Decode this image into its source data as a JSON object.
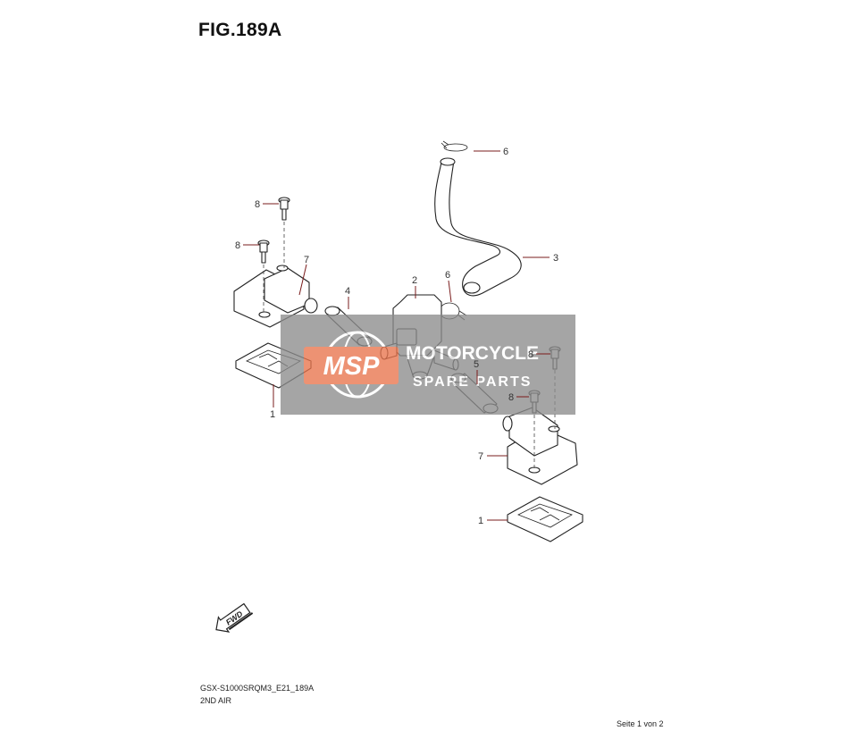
{
  "figure": {
    "title": "FIG.189A",
    "drawing_code": "GSX-S1000SRQM3_E21_189A",
    "subtitle": "2ND AIR",
    "page_info": "Seite 1 von 2"
  },
  "callouts": [
    {
      "id": "c-6-top",
      "label": "6"
    },
    {
      "id": "c-8-a",
      "label": "8"
    },
    {
      "id": "c-8-b",
      "label": "8"
    },
    {
      "id": "c-7-left",
      "label": "7"
    },
    {
      "id": "c-3",
      "label": "3"
    },
    {
      "id": "c-6-mid",
      "label": "6"
    },
    {
      "id": "c-2",
      "label": "2"
    },
    {
      "id": "c-4",
      "label": "4"
    },
    {
      "id": "c-5",
      "label": "5"
    },
    {
      "id": "c-1-left",
      "label": "1"
    },
    {
      "id": "c-8-c",
      "label": "8"
    },
    {
      "id": "c-8-d",
      "label": "8"
    },
    {
      "id": "c-7-right",
      "label": "7"
    },
    {
      "id": "c-1-right",
      "label": "1"
    }
  ],
  "watermark": {
    "logo_text": "MSP",
    "line1": "MOTORCYCLE",
    "line2": "SPARE PARTS"
  },
  "fwd_arrow": {
    "label": "FWD"
  },
  "colors": {
    "callout_leader": "#7a1c1c",
    "watermark_box": "#8c8c8c",
    "watermark_logo": "#e8744d"
  }
}
